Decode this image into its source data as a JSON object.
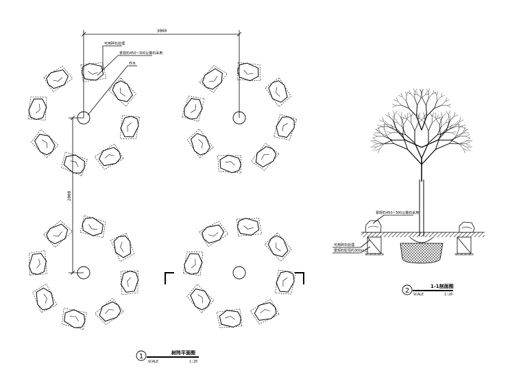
{
  "plan": {
    "dim_horizontal": "3000",
    "dim_vertical": "2000",
    "callout_1": "可用碎石处理",
    "callout_2": "景观石450~300以做石采用",
    "callout_3": "乔木",
    "title_number": "1",
    "title_text": "树阵平面图",
    "scale_label": "SCALE",
    "scale_value": "1:20"
  },
  "section": {
    "callout_top": "景观石450~300以做石采用",
    "callout_left_1": "可用碎石处理",
    "callout_left_2": "景观石粒径约300以上",
    "title_number": "2",
    "title_text": "1-1剖面图",
    "scale_label": "SCALE",
    "scale_value": "1:20"
  }
}
